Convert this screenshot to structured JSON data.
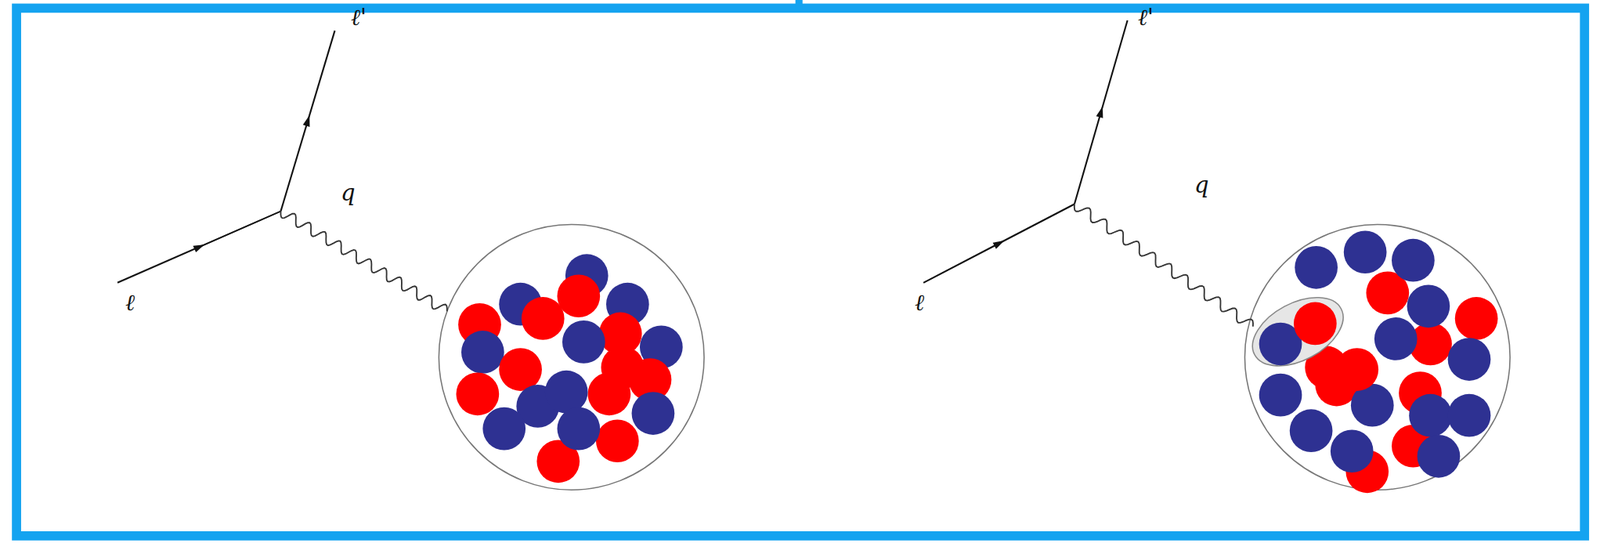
{
  "diagram": {
    "labels": [
      "ℓ'",
      "q",
      "ℓ",
      "ℓ'",
      "q",
      "ℓ"
    ]
  }
}
